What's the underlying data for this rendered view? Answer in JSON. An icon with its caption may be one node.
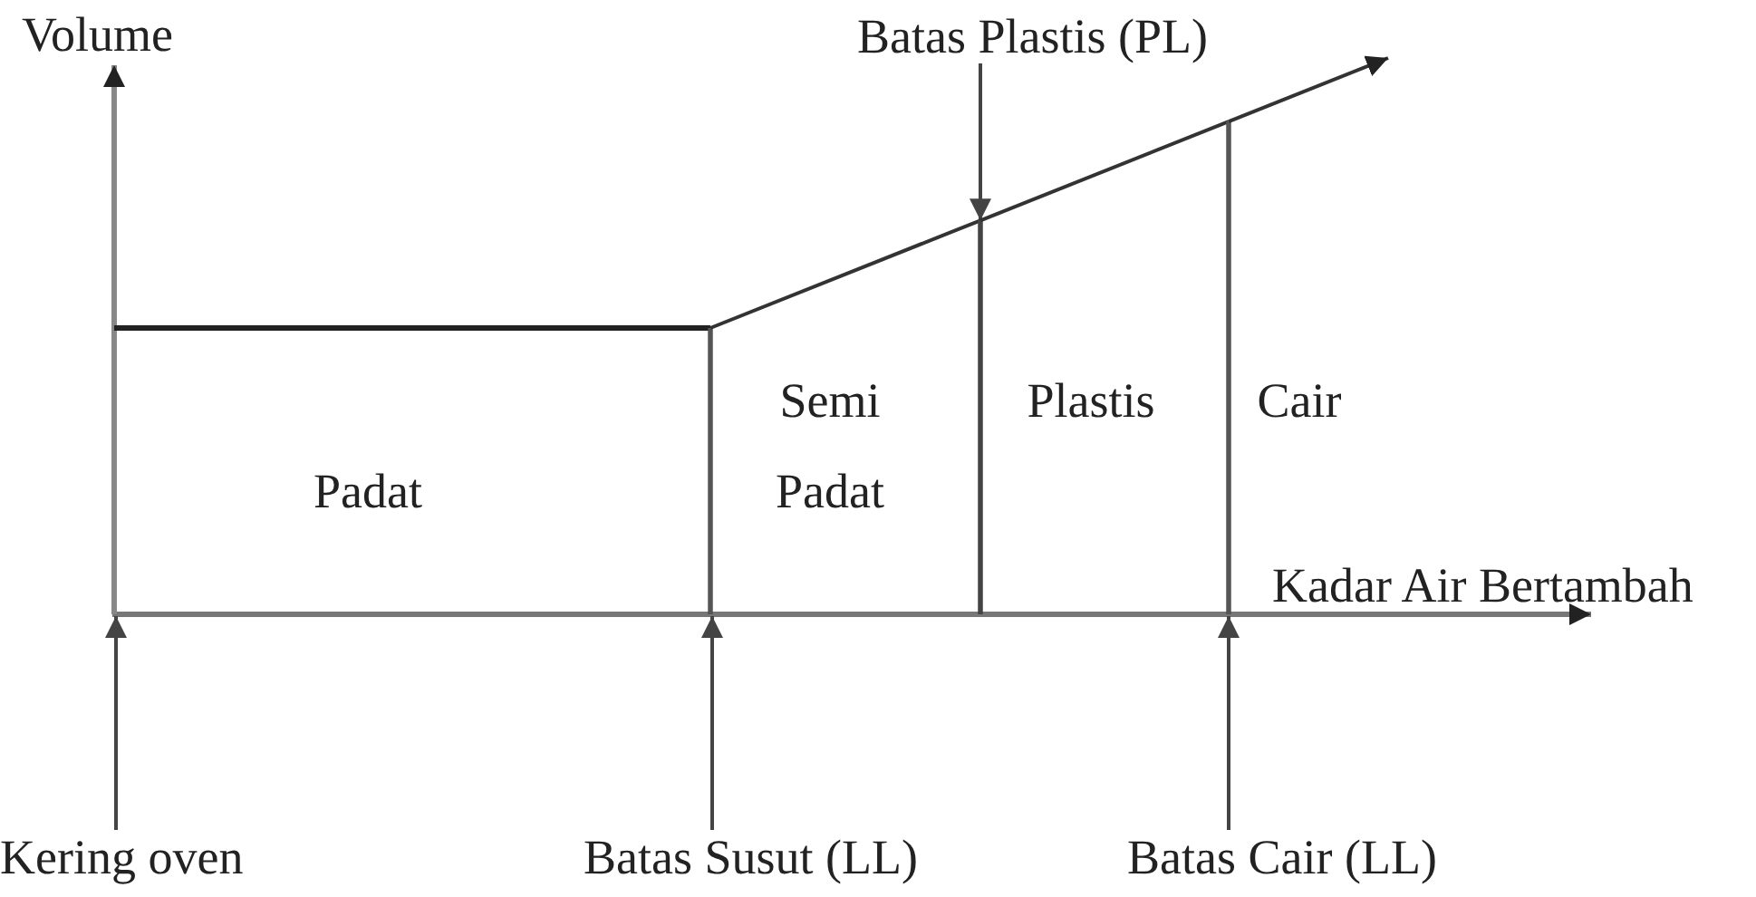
{
  "diagram": {
    "nodes": [
      {
        "text": [
          "Batas Plastis (PL)"
        ]
      },
      {
        "text": [
          "Padat"
        ]
      },
      {
        "text": [
          "Semi Padat"
        ]
      },
      {
        "text": [
          "Plastis"
        ]
      },
      {
        "text": [
          "Cair"
        ]
      },
      {
        "text": [
          "Kering oven"
        ]
      },
      {
        "text": [
          "Batas Susut (LL)"
        ]
      },
      {
        "text": [
          "Batas Cair (LL)"
        ]
      }
    ],
    "edges": [
      {
        "from": 0,
        "to": 3,
        "arrow": "to"
      },
      {
        "from": 5,
        "to": 1,
        "arrow": "to"
      },
      {
        "from": 6,
        "to": 2,
        "arrow": "to"
      },
      {
        "from": 7,
        "to": 4,
        "arrow": "to"
      }
    ],
    "labels": [
      "Volume",
      "Kadar Air Bertambah"
    ]
  }
}
